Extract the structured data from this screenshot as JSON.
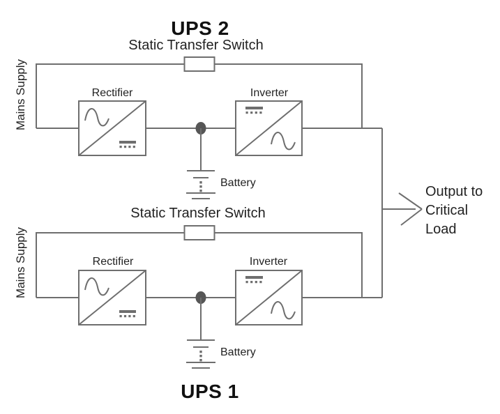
{
  "colors": {
    "line": "#6e6e6e",
    "junction": "#565656",
    "text": "#222222",
    "title": "#111111",
    "background": "#ffffff"
  },
  "ups2": {
    "title": "UPS 2",
    "static_transfer_switch": "Static Transfer Switch",
    "mains_supply": "Mains Supply",
    "rectifier": "Rectifier",
    "inverter": "Inverter",
    "battery": "Battery"
  },
  "ups1": {
    "title": "UPS 1",
    "static_transfer_switch": "Static Transfer Switch",
    "mains_supply": "Mains Supply",
    "rectifier": "Rectifier",
    "inverter": "Inverter",
    "battery": "Battery"
  },
  "output": {
    "label": "Output to\nCritical\nLoad"
  }
}
